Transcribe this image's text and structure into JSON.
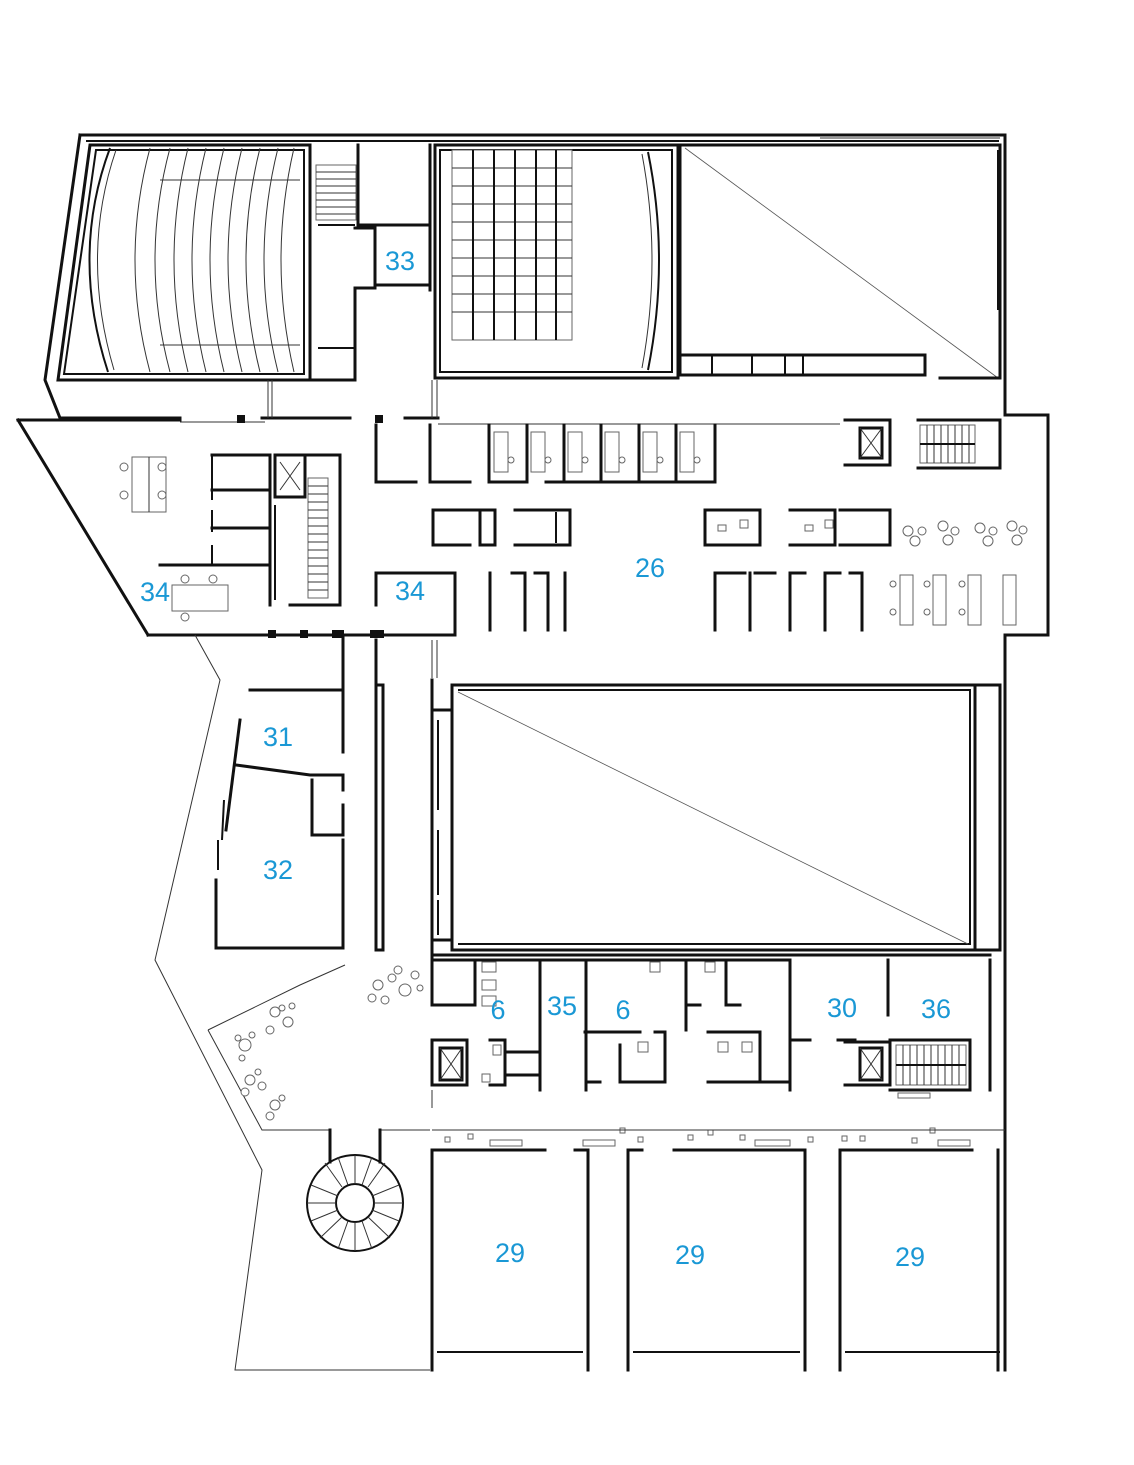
{
  "rooms": [
    {
      "id": "r33",
      "label": "33"
    },
    {
      "id": "r26",
      "label": "26"
    },
    {
      "id": "r34a",
      "label": "34"
    },
    {
      "id": "r34b",
      "label": "34"
    },
    {
      "id": "r31",
      "label": "31"
    },
    {
      "id": "r32",
      "label": "32"
    },
    {
      "id": "r6a",
      "label": "6"
    },
    {
      "id": "r35",
      "label": "35"
    },
    {
      "id": "r6b",
      "label": "6"
    },
    {
      "id": "r30",
      "label": "30"
    },
    {
      "id": "r36",
      "label": "36"
    },
    {
      "id": "r29a",
      "label": "29"
    },
    {
      "id": "r29b",
      "label": "29"
    },
    {
      "id": "r29c",
      "label": "29"
    }
  ],
  "colors": {
    "label": "#1a98d5",
    "wall": "#111111",
    "background": "#ffffff"
  }
}
